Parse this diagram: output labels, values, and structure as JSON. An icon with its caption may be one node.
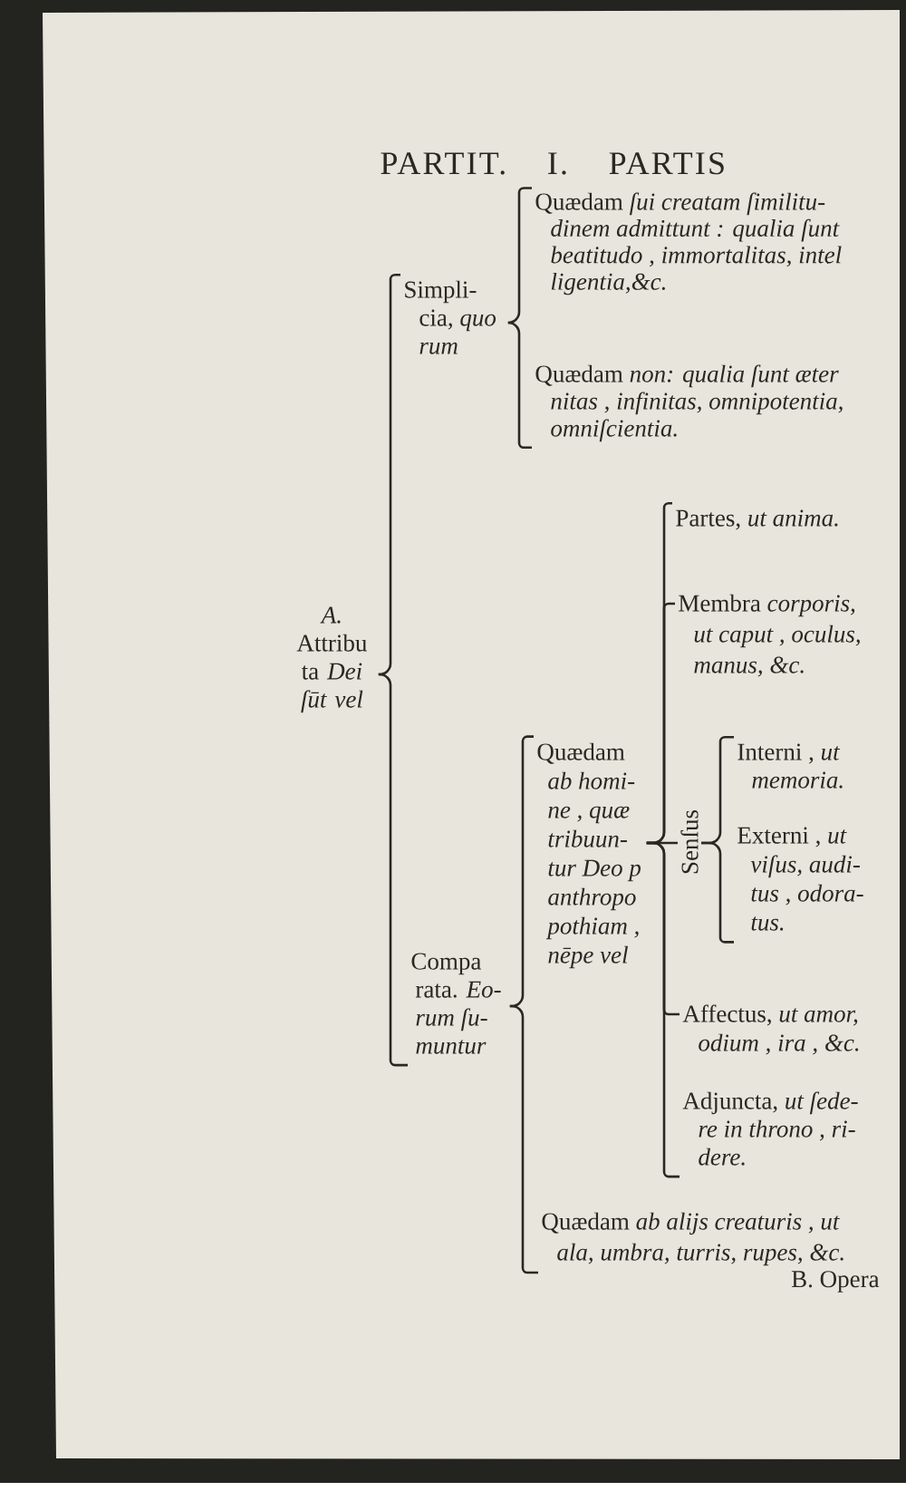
{
  "diagram": {
    "title": "PARTIT. I. PARTIS",
    "nodes": [
      {
        "text": [
          "A.",
          "Attribu ta *Dei ſūt vel*"
        ]
      },
      {
        "text": [
          "Simpli- cia, *quo rum*"
        ]
      },
      {
        "text": [
          "Quædam *ſui creatam ſimilitu- dinem admittunt : qualia ſunt beatitudo , immortalitas, intel ligentia,&c.*"
        ]
      },
      {
        "text": [
          "Quædam *non: qualia ſunt æter nitas , infinitas, omnipotentia, omniſcientia.*"
        ]
      },
      {
        "text": [
          "Compa rata. *Eo- rum ſu- muntur*"
        ]
      },
      {
        "text": [
          "Quædam *ab homi- ne , quæ tribuun- tur Deo p anthropo pothiam , nēpe vel*"
        ]
      },
      {
        "text": [
          "Partes, *ut anima.*"
        ]
      },
      {
        "text": [
          "Membra *corporis, ut caput , oculus, manus, &c.*"
        ]
      },
      {
        "text": [
          "Senſus"
        ]
      },
      {
        "text": [
          "Interni , *ut memoria.*"
        ]
      },
      {
        "text": [
          "Externi , *ut viſus, audi- tus , odora- tus.*"
        ]
      },
      {
        "text": [
          "Affectus, *ut amor, odium , ira , &c.*"
        ]
      },
      {
        "text": [
          "Adjuncta, *ut ſede- re in throno , ri- dere.*"
        ]
      },
      {
        "text": [
          "Quædam *ab alijs creaturis , ut ala, umbra, turris, rupes, &c.*"
        ]
      }
    ],
    "edges": [
      {
        "from": 0,
        "to": 1,
        "arrow": "none"
      },
      {
        "from": 0,
        "to": 4,
        "arrow": "none"
      },
      {
        "from": 1,
        "to": 2,
        "arrow": "none"
      },
      {
        "from": 1,
        "to": 3,
        "arrow": "none"
      },
      {
        "from": 4,
        "to": 5,
        "arrow": "none"
      },
      {
        "from": 4,
        "to": 13,
        "arrow": "none"
      },
      {
        "from": 5,
        "to": 6,
        "arrow": "none"
      },
      {
        "from": 5,
        "to": 7,
        "arrow": "none"
      },
      {
        "from": 5,
        "to": 8,
        "arrow": "none"
      },
      {
        "from": 5,
        "to": 11,
        "arrow": "none"
      },
      {
        "from": 5,
        "to": 12,
        "arrow": "none"
      },
      {
        "from": 8,
        "to": 9,
        "arrow": "none"
      },
      {
        "from": 8,
        "to": 10,
        "arrow": "none"
      }
    ],
    "labels": [
      "B. Opera"
    ]
  }
}
